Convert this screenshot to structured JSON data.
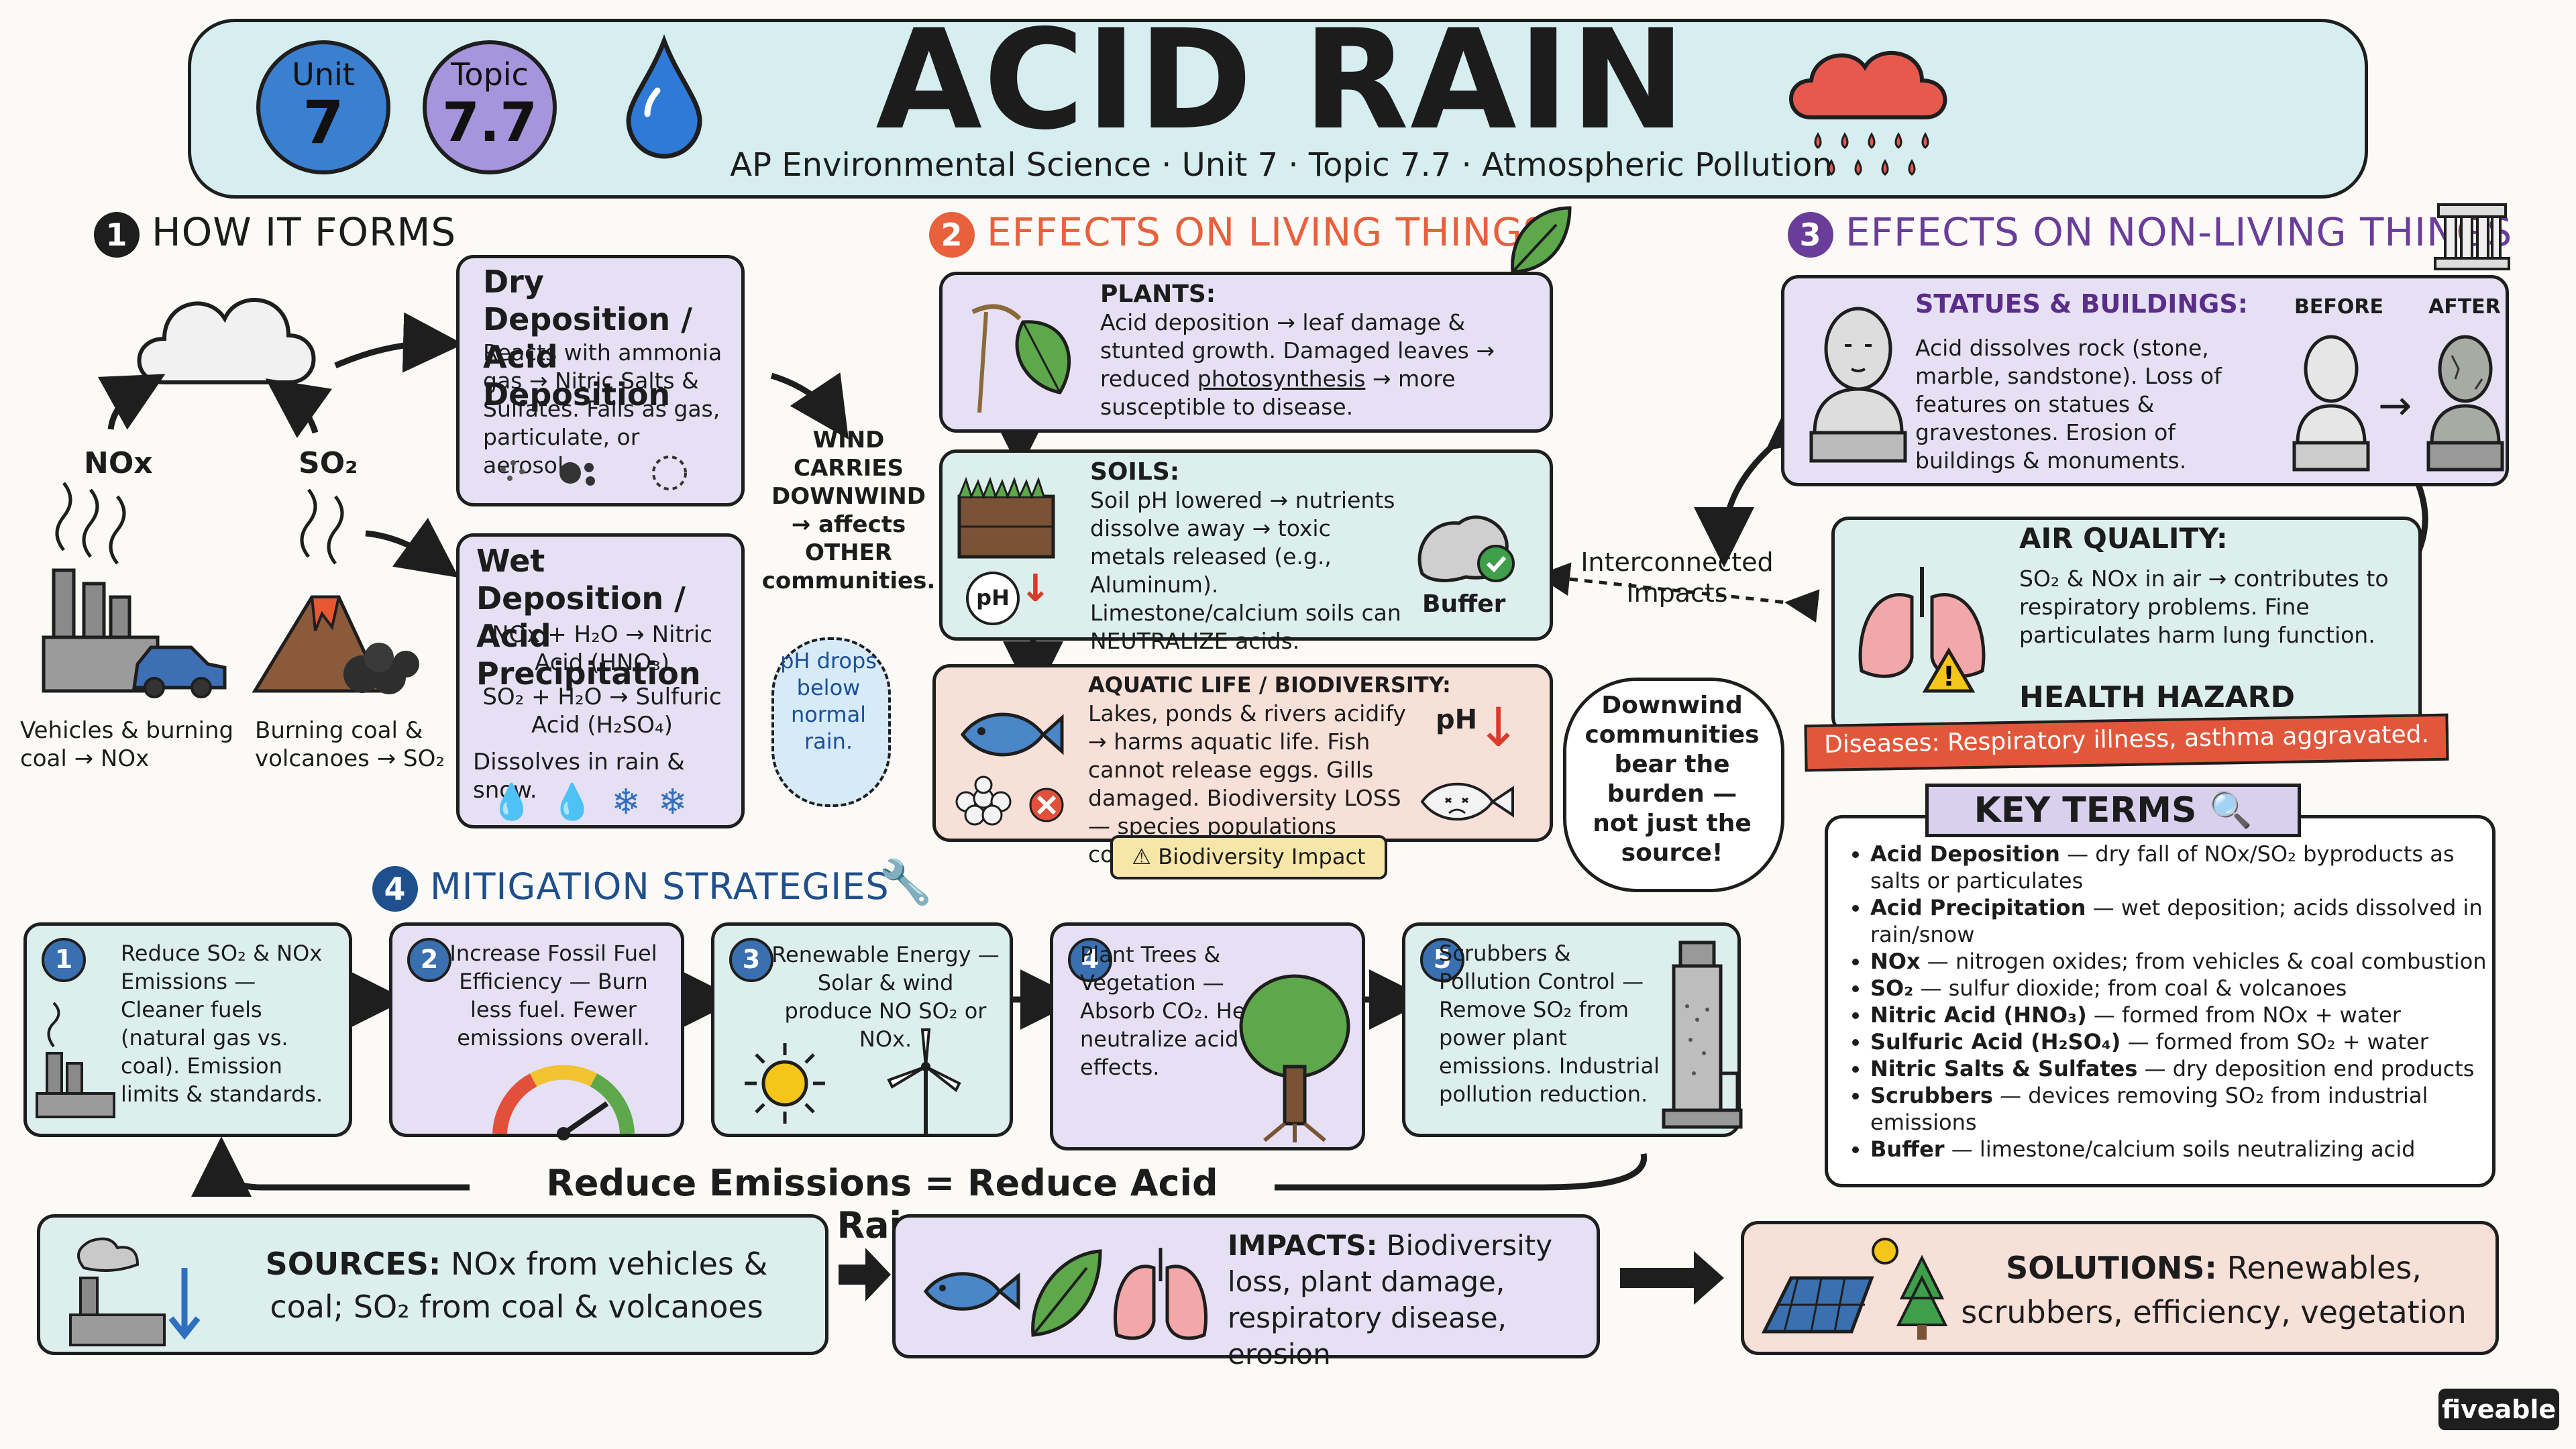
{
  "header": {
    "unit_label": "Unit",
    "unit_num": "7",
    "topic_label": "Topic",
    "topic_num": "7.7",
    "title": "ACID RAIN",
    "subtitle": "AP Environmental Science · Unit 7 · Topic 7.7 · Atmospheric Pollution"
  },
  "section1": {
    "num": "1",
    "heading": "HOW IT FORMS",
    "nox": "NOx",
    "so2": "SO₂",
    "vehicles_caption": "Vehicles & burning coal → NOx",
    "volcano_caption": "Burning coal & volcanoes → SO₂",
    "dry_title": "Dry Deposition / Acid Deposition",
    "dry_text": "Reacts with ammonia gas → Nitric Salts & Sulfates. Falls as gas, particulate, or aerosol.",
    "wet_title": "Wet Deposition / Acid Precipitation",
    "wet_eq1": "NOx + H₂O → Nitric Acid (HNO₃)",
    "wet_eq2": "SO₂ + H₂O → Sulfuric Acid (H₂SO₄)",
    "wet_note": "Dissolves in rain & snow.",
    "wind_note": "WIND CARRIES DOWNWIND → affects OTHER communities.",
    "ph_note": "pH drops below normal rain."
  },
  "section2": {
    "num": "2",
    "heading": "EFFECTS ON LIVING THINGS",
    "plants_title": "PLANTS:",
    "plants_text_pre": "Acid deposition → leaf damage & stunted growth. Damaged leaves → reduced ",
    "plants_text_link": "photosynthesis",
    "plants_text_post": " → more susceptible to disease.",
    "soils_title": "SOILS:",
    "soils_text": "Soil pH lowered → nutrients dissolve away → toxic metals released (e.g., Aluminum). Limestone/calcium soils can NEUTRALIZE acids.",
    "buffer_label": "Buffer",
    "ph_label": "pH",
    "aquatic_title": "AQUATIC LIFE / BIODIVERSITY:",
    "aquatic_text": "Lakes, ponds & rivers acidify → harms aquatic life. Fish cannot release eggs. Gills damaged. Biodiversity LOSS — species populations collapse.",
    "aquatic_ph": "pH",
    "biodiversity_badge": "Biodiversity Impact",
    "interconnected": "Interconnected Impacts",
    "downwind_bubble": "Downwind communities bear the burden — not just the source!"
  },
  "section3": {
    "num": "3",
    "heading": "EFFECTS ON NON-LIVING THINGS",
    "statues_title": "STATUES & BUILDINGS:",
    "statues_text": "Acid dissolves rock (stone, marble, sandstone). Loss of features on statues & gravestones. Erosion of buildings & monuments.",
    "before": "BEFORE",
    "after": "AFTER",
    "air_title": "AIR QUALITY:",
    "air_text": "SO₂ & NOx in air → contributes to respiratory problems. Fine particulates harm lung function.",
    "health": "HEALTH HAZARD",
    "diseases": "Diseases: Respiratory illness, asthma aggravated."
  },
  "key_terms": {
    "title": "KEY TERMS",
    "items": [
      {
        "term": "Acid Deposition",
        "def": " — dry fall of NOx/SO₂ byproducts as salts or particulates"
      },
      {
        "term": "Acid Precipitation",
        "def": " — wet deposition; acids dissolved in rain/snow"
      },
      {
        "term": "NOx",
        "def": " — nitrogen oxides; from vehicles & coal combustion"
      },
      {
        "term": "SO₂",
        "def": " — sulfur dioxide; from coal & volcanoes"
      },
      {
        "term": "Nitric Acid (HNO₃)",
        "def": " — formed from NOx + water"
      },
      {
        "term": "Sulfuric Acid (H₂SO₄)",
        "def": " — formed from SO₂ + water"
      },
      {
        "term": "Nitric Salts & Sulfates",
        "def": " — dry deposition end products"
      },
      {
        "term": "Scrubbers",
        "def": " — devices removing SO₂ from industrial emissions"
      },
      {
        "term": "Buffer",
        "def": " — limestone/calcium soils neutralizing acid"
      }
    ]
  },
  "section4": {
    "num": "4",
    "heading": "MITIGATION STRATEGIES",
    "strategies": [
      {
        "num": "1",
        "text": "Reduce SO₂ & NOx Emissions — Cleaner fuels (natural gas vs. coal). Emission limits & standards."
      },
      {
        "num": "2",
        "text": "Increase Fossil Fuel Efficiency — Burn less fuel. Fewer emissions overall."
      },
      {
        "num": "3",
        "text": "Renewable Energy — Solar & wind produce NO SO₂ or NOx."
      },
      {
        "num": "4",
        "text": "Plant Trees & Vegetation — Absorb CO₂. Help neutralize acid rain effects."
      },
      {
        "num": "5",
        "text": "Scrubbers & Pollution Control — Remove SO₂ from power plant emissions. Industrial pollution reduction."
      }
    ],
    "banner": "Reduce Emissions = Reduce Acid Rain"
  },
  "summary": {
    "sources_label": "SOURCES:",
    "sources_text": "NOx from vehicles & coal; SO₂ from coal & volcanoes",
    "impacts_label": "IMPACTS:",
    "impacts_text": "Biodiversity loss, plant damage, respiratory disease, erosion",
    "solutions_label": "SOLUTIONS:",
    "solutions_text": "Renewables, scrubbers, efficiency, vegetation"
  },
  "brand": "fiveable",
  "colors": {
    "header_bg": "#d6eef0",
    "section2_accent": "#e8603c",
    "section3_accent": "#6a3d9a",
    "section4_accent": "#1f4f8c",
    "diseases_banner": "#e2573b"
  }
}
